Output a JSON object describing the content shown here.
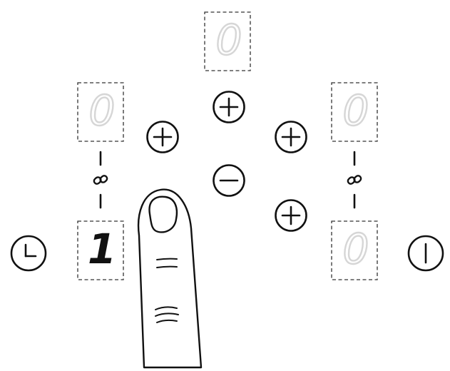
{
  "zone_displays": {
    "rear_left": "0",
    "rear_center": "0",
    "rear_right": "0",
    "front_left": "1",
    "front_right": "0"
  },
  "active_zone": "front_left",
  "icons": {
    "timer": "timer-icon",
    "power": "power-icon",
    "plus": "plus-icon",
    "minus": "minus-icon",
    "bridge": "bridge-link-icon",
    "finger": "finger-pointer-illustration"
  },
  "colors": {
    "display_off": "#d6d6d6",
    "display_on": "#111111",
    "outline": "#111111"
  }
}
